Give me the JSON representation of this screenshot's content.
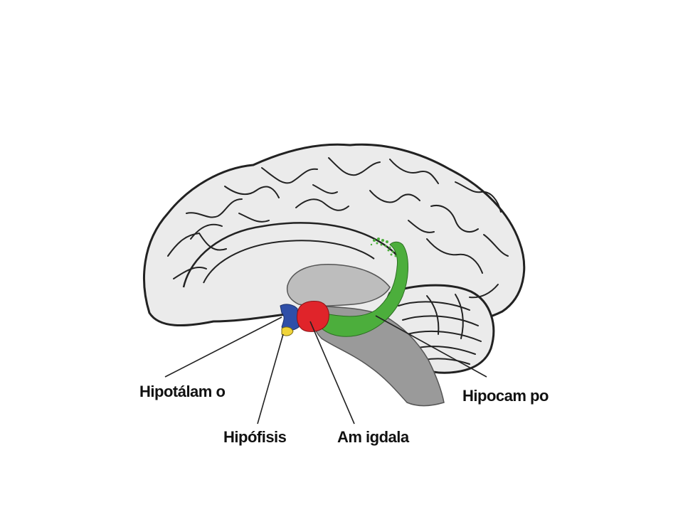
{
  "labels": {
    "hypothalamus": "Hipotálam o",
    "pituitary": "Hipófisis",
    "amygdala": "Am igdala",
    "hippocampus": "Hipocam po"
  },
  "colors": {
    "background": "#ffffff",
    "cortex": "#ebebeb",
    "cortex_outline": "#222222",
    "brainstem": "#9a9a9a",
    "hypothalamus": "#2f4fa8",
    "pituitary": "#f0d43a",
    "amygdala": "#e0242a",
    "hippocampus": "#4cae3c"
  }
}
